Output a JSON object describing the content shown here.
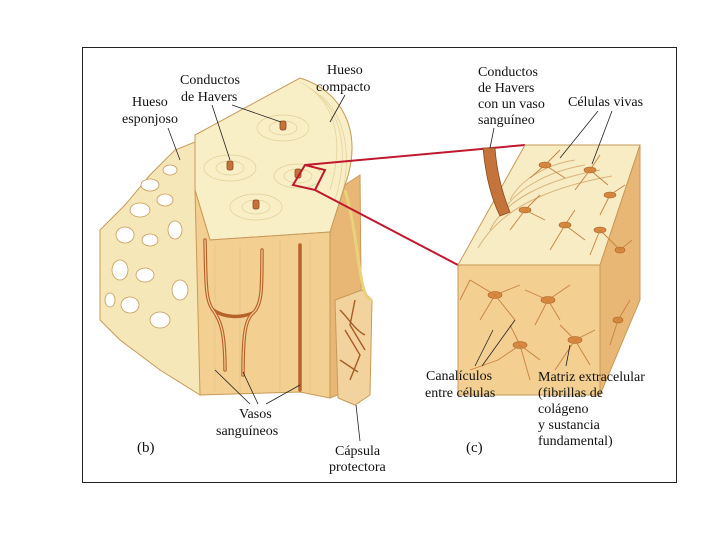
{
  "labels": {
    "hueso_esponjoso": [
      "Hueso",
      "esponjoso"
    ],
    "conductos_havers": [
      "Conductos",
      "de Havers"
    ],
    "hueso_compacto": [
      "Hueso",
      "compacto"
    ],
    "conductos_vaso": [
      "Conductos",
      "de Havers",
      "con un vaso",
      "sanguíneo"
    ],
    "celulas_vivas": "Células vivas",
    "vasos_sanguineos": [
      "Vasos",
      "sanguíneos"
    ],
    "capsula_protectora": [
      "Cápsula",
      "protectora"
    ],
    "canaliculos": [
      "Canalículos",
      "entre células"
    ],
    "matriz": [
      "Matriz extracelular",
      "(fibrillas de",
      "colágeno",
      "y sustancia",
      "fundamental)"
    ],
    "panel_b": "(b)",
    "panel_c": "(c)"
  },
  "colors": {
    "bone_top": "#f8efc6",
    "bone_side": "#f3cf92",
    "bone_side_dark": "#e8b776",
    "vessel": "#c4743a",
    "cell": "#d9893f",
    "zoom_line": "#c0182e"
  }
}
